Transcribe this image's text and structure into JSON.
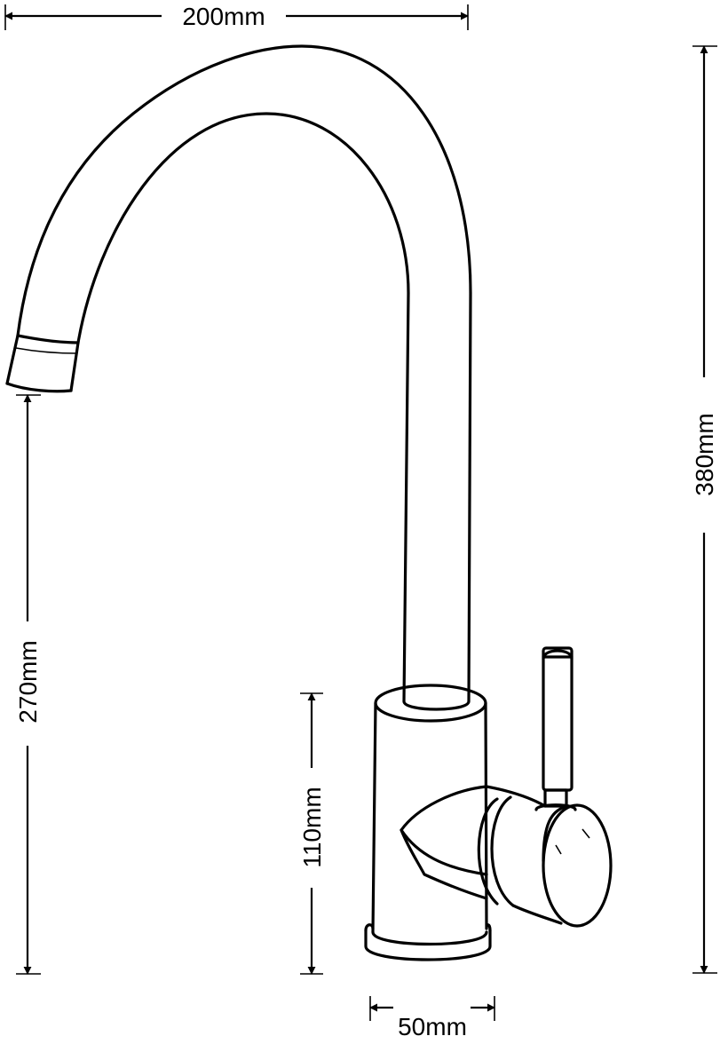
{
  "dimensions": {
    "width": "200mm",
    "total_height": "380mm",
    "spout_height": "270mm",
    "body_height": "110mm",
    "base_diameter": "50mm"
  },
  "colors": {
    "line": "#000000",
    "background": "#ffffff"
  }
}
